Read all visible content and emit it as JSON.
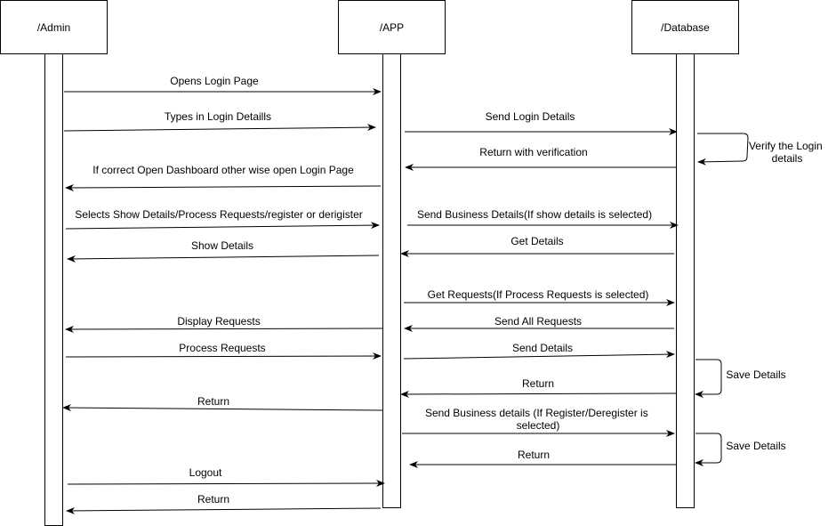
{
  "participants": [
    {
      "id": "admin",
      "label": "/Admin"
    },
    {
      "id": "app",
      "label": "/APP"
    },
    {
      "id": "db",
      "label": "/Database"
    }
  ],
  "messages": [
    {
      "from": "admin",
      "to": "app",
      "label": "Opens Login Page"
    },
    {
      "from": "admin",
      "to": "app",
      "label": "Types in Login Detaills"
    },
    {
      "from": "app",
      "to": "db",
      "label": "Send Login Details"
    },
    {
      "from": "db",
      "to": "app",
      "label": "Return with verification"
    },
    {
      "from": "app",
      "to": "admin",
      "label": "If correct Open Dashboard other wise open Login Page"
    },
    {
      "from": "admin",
      "to": "app",
      "label": "Selects Show Details/Process Requests/register or derigister"
    },
    {
      "from": "app",
      "to": "db",
      "label": "Send Business Details(If show details is selected)"
    },
    {
      "from": "app",
      "to": "admin",
      "label": "Show Details"
    },
    {
      "from": "db",
      "to": "app",
      "label": "Get Details"
    },
    {
      "from": "app",
      "to": "db",
      "label": "Get Requests(If Process Requests is selected)"
    },
    {
      "from": "app",
      "to": "admin",
      "label": "Display Requests"
    },
    {
      "from": "db",
      "to": "app",
      "label": "Send All Requests"
    },
    {
      "from": "admin",
      "to": "app",
      "label": "Process Requests"
    },
    {
      "from": "app",
      "to": "db",
      "label": "Send Details"
    },
    {
      "from": "db",
      "to": "app",
      "label": "Return"
    },
    {
      "from": "app",
      "to": "admin",
      "label": "Return"
    },
    {
      "from": "app",
      "to": "db",
      "label": "Send Business details (If Register/Deregister is selected)"
    },
    {
      "from": "db",
      "to": "app",
      "label": "Return"
    },
    {
      "from": "admin",
      "to": "app",
      "label": "Logout"
    },
    {
      "from": "app",
      "to": "admin",
      "label": "Return"
    }
  ],
  "self_messages": [
    {
      "on": "db",
      "label": "Verify the Login details"
    },
    {
      "on": "db",
      "label": "Save Details"
    },
    {
      "on": "db",
      "label": "Save Details"
    }
  ]
}
